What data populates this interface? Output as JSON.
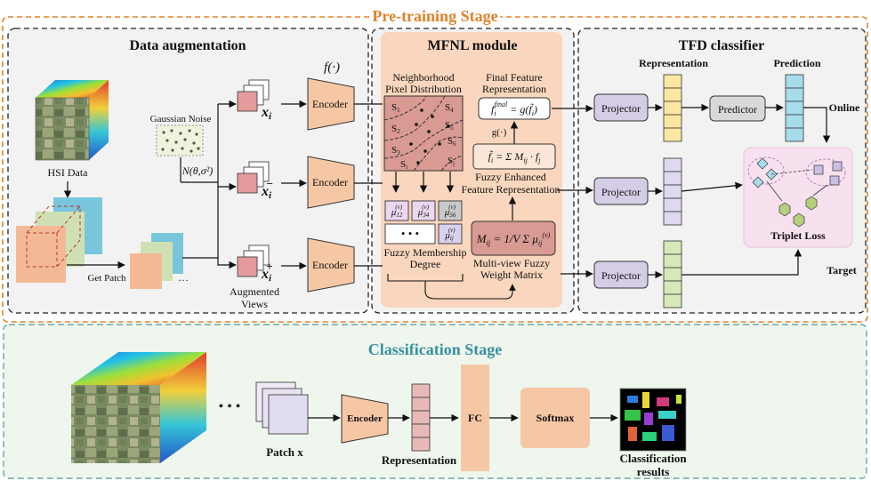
{
  "stages": {
    "pretraining": "Pre-training Stage",
    "classification": "Classification Stage"
  },
  "sections": {
    "augmentation": "Data augmentation",
    "mfnl": "MFNL module",
    "tfd": "TFD classifier"
  },
  "augmentation": {
    "hsi_data": "HSI Data",
    "gaussian_noise": "Gaussian Noise",
    "noise_formula": "N(θ,σ²)",
    "get_patch": "Get Patch",
    "augmented_views": [
      "Augmented",
      "Views"
    ],
    "f_label": "f(·)",
    "encoder": "Encoder",
    "views": [
      "x_i",
      "x_i^-",
      "x_i^+"
    ]
  },
  "mfnl": {
    "neighborhood": [
      "Neighborhood",
      "Pixel Distribution"
    ],
    "regions": [
      "S1",
      "S2",
      "S3",
      "S4",
      "S5",
      "S6",
      "Si",
      "Sj"
    ],
    "final_feature": [
      "Final Feature",
      "Representation"
    ],
    "final_formula": "f_i^final = g(f~_i)",
    "g_label": "g(·)",
    "enhanced_formula": "f~_i = Σ M_ij · f_j",
    "fuzzy_enhanced": [
      "Fuzzy Enhanced",
      "Feature Representation"
    ],
    "mu_cells": [
      "μ12(v)",
      "μ34(v)",
      "μ56(v)",
      "•  •  •",
      "μij(v)"
    ],
    "membership": [
      "Fuzzy Membership",
      "Degree"
    ],
    "weight_formula": "M_ij = 1/V Σ μ_ij(v)",
    "weight_matrix": [
      "Multi-view Fuzzy",
      "Weight Matrix"
    ]
  },
  "tfd": {
    "representation": "Representation",
    "prediction": "Prediction",
    "projector": "Projector",
    "predictor": "Predictor",
    "online": "Online",
    "triplet_loss": "Triplet Loss",
    "target": "Target"
  },
  "classification": {
    "patch": "Patch x",
    "encoder": "Encoder",
    "representation": "Representation",
    "fc": "FC",
    "softmax": "Softmax",
    "results": [
      "Classification",
      "results"
    ],
    "ellipsis": "• • •"
  },
  "colors": {
    "orange_frame": "#e0822a",
    "teal_frame": "#6aa79a",
    "teal_title": "#3a8fa0",
    "peach": "#f6c7a4",
    "projector": "#d5cde6",
    "predictor": "#d9d9d9",
    "yellow_vec": "#fbe7a1",
    "blue_vec": "#a8dced",
    "purple_vec": "#e0d8ef",
    "green_vec": "#d7e8b9",
    "pink_vec": "#e9b9b9",
    "mfnl_bg": "#f9d6bd",
    "region_fill": "#d99a93"
  }
}
